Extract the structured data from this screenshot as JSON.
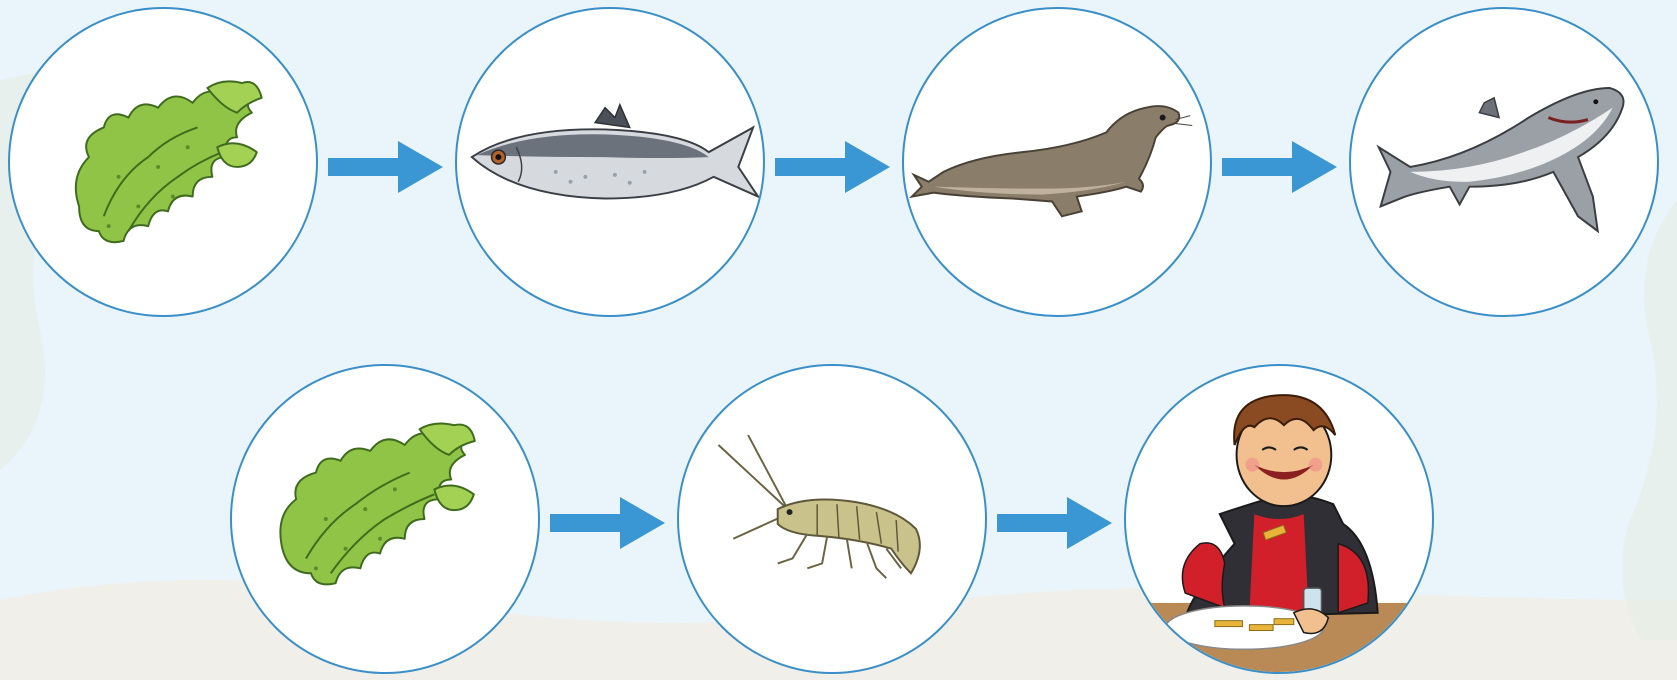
{
  "diagram": {
    "type": "food-chain",
    "colors": {
      "background": "#eaf5fb",
      "circle_border": "#3a8fc8",
      "arrow": "#3a97d4"
    },
    "chains": [
      {
        "nodes": [
          {
            "icon": "seaweed-icon"
          },
          {
            "icon": "herring-fish-icon"
          },
          {
            "icon": "seal-icon"
          },
          {
            "icon": "shark-icon"
          }
        ],
        "arrows": 3
      },
      {
        "nodes": [
          {
            "icon": "seaweed-icon"
          },
          {
            "icon": "sandhopper-icon"
          },
          {
            "icon": "boy-eating-chips-icon"
          }
        ],
        "arrows": 2
      }
    ]
  }
}
